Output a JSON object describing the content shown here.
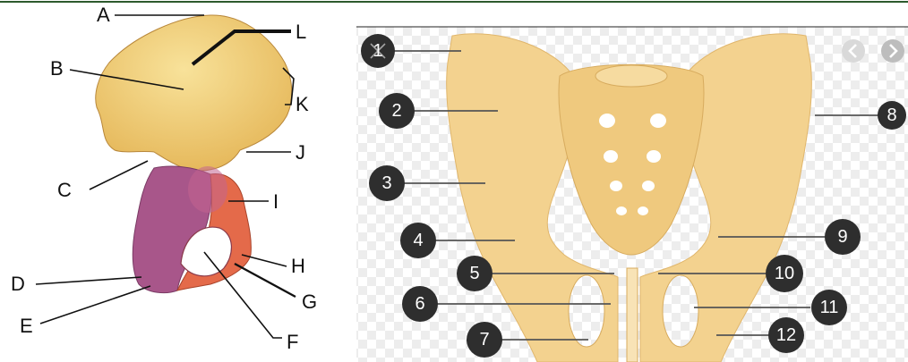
{
  "left_diagram": {
    "labels": {
      "a": "A",
      "b": "B",
      "c": "C",
      "d": "D",
      "e": "E",
      "f": "F",
      "g": "G",
      "h": "H",
      "i": "I",
      "j": "J",
      "k": "K",
      "l": "L"
    },
    "colors": {
      "ilium": "#f2cf7c",
      "ischium": "#a8568a",
      "pubis": "#e46a4a"
    }
  },
  "right_diagram": {
    "markers": [
      "1",
      "2",
      "3",
      "4",
      "5",
      "6",
      "7",
      "8",
      "9",
      "10",
      "11",
      "12"
    ],
    "colors": {
      "bone": "#f3d28f",
      "marker": "#2e2e2e",
      "checker": "#ececec"
    },
    "icons": [
      "close-icon",
      "chevron-left-icon",
      "chevron-right-icon"
    ]
  }
}
